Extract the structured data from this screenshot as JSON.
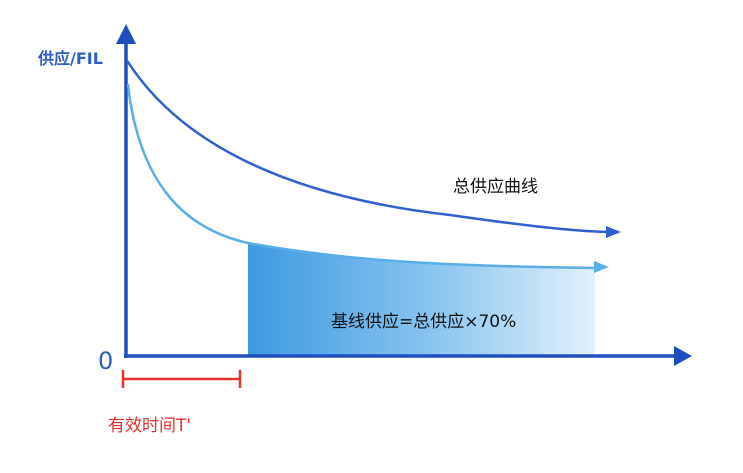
{
  "axes": {
    "y_label": "供应/FIL",
    "origin_label": "0"
  },
  "curves": {
    "total_label": "总供应曲线",
    "baseline_label": "基线供应=总供应×70%"
  },
  "effective_time": {
    "label": "有效时间T'"
  },
  "colors": {
    "axis": "#1f4fbf",
    "total_curve": "#2f5fd0",
    "baseline_curve": "#5aaee8",
    "fill_start": "#3d9ae0",
    "fill_end": "#e3f1fb",
    "effective_marker": "#e8302a"
  }
}
